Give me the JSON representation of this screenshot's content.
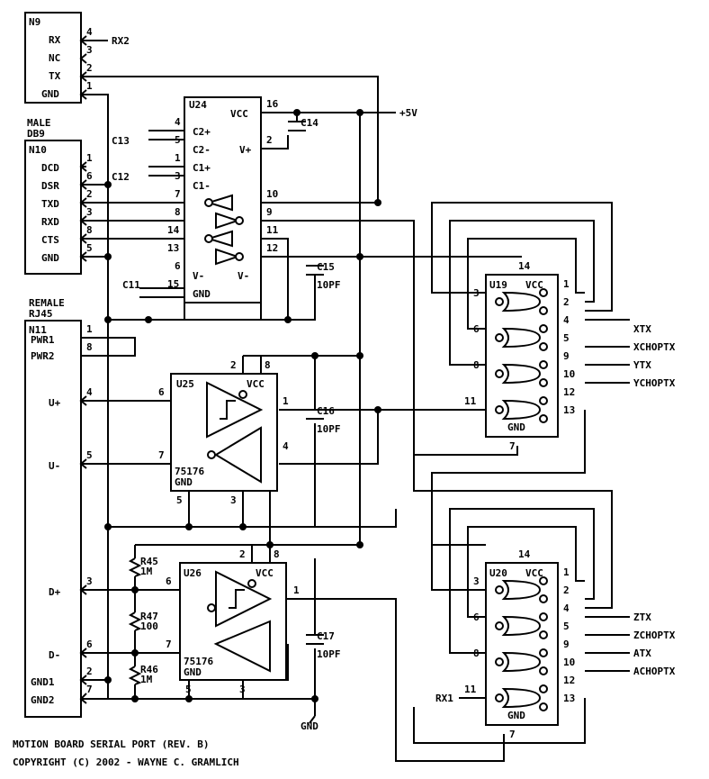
{
  "connectors": {
    "n9": {
      "name": "N9",
      "pins": [
        "RX",
        "NC",
        "TX",
        "GND"
      ]
    },
    "n10": {
      "title1": "MALE",
      "title2": "DB9",
      "name": "N10",
      "pins": [
        "DCD",
        "DSR",
        "TXD",
        "RXD",
        "CTS",
        "GND"
      ]
    },
    "n11": {
      "title1": "REMALE",
      "title2": "RJ45",
      "name": "N11",
      "pins": [
        "PWR1",
        "PWR2",
        "U+",
        "U-",
        "D+",
        "D-",
        "GND1",
        "GND2"
      ]
    }
  },
  "chips": {
    "u24": {
      "name": "U24",
      "vcc": "VCC",
      "vplus": "V+",
      "c2p": "C2+",
      "c2m": "C2-",
      "c1p": "C1+",
      "c1m": "C1-",
      "vminus": "V-",
      "gnd": "GND"
    },
    "u25": {
      "name": "U25",
      "vcc": "VCC",
      "part": "75176",
      "gnd": "GND"
    },
    "u26": {
      "name": "U26",
      "vcc": "VCC",
      "part": "75176",
      "gnd": "GND"
    },
    "u19": {
      "name": "U19",
      "vcc": "VCC",
      "gnd": "GND"
    },
    "u20": {
      "name": "U20",
      "vcc": "VCC",
      "gnd": "GND"
    }
  },
  "nets": {
    "rx2": "RX2",
    "plus5v": "+5V",
    "xtx": "XTX",
    "xchoptx": "XCHOPTX",
    "ytx": "YTX",
    "ychoptx": "YCHOPTX",
    "ztx": "ZTX",
    "zchoptx": "ZCHOPTX",
    "atx": "ATX",
    "achoptx": "ACHOPTX",
    "rx1": "RX1",
    "gnd": "GND"
  },
  "components": {
    "c13": "C13",
    "c12": "C12",
    "c14": "C14",
    "c11": "C11",
    "c15": "C15",
    "c15v": "10PF",
    "c16": "C16",
    "c16v": "10PF",
    "c17": "C17",
    "c17v": "10PF",
    "r45": "R45",
    "r45v": "1M",
    "r47": "R47",
    "r47v": "100",
    "r46": "R46",
    "r46v": "1M"
  },
  "pin_numbers": [
    [
      "4",
      96,
      39
    ],
    [
      "3",
      96,
      59
    ],
    [
      "2",
      96,
      79
    ],
    [
      "1",
      96,
      99
    ],
    [
      "1",
      96,
      179
    ],
    [
      "6",
      96,
      199
    ],
    [
      "2",
      96,
      219
    ],
    [
      "3",
      96,
      239
    ],
    [
      "8",
      96,
      259
    ],
    [
      "5",
      96,
      279
    ],
    [
      "1",
      96,
      369
    ],
    [
      "8",
      96,
      389
    ],
    [
      "4",
      96,
      439
    ],
    [
      "5",
      96,
      509
    ],
    [
      "3",
      96,
      649
    ],
    [
      "6",
      96,
      719
    ],
    [
      "2",
      96,
      749
    ],
    [
      "7",
      96,
      769
    ],
    [
      "4",
      194,
      139
    ],
    [
      "5",
      194,
      159
    ],
    [
      "1",
      194,
      179
    ],
    [
      "3",
      194,
      199
    ],
    [
      "7",
      194,
      219
    ],
    [
      "8",
      194,
      239
    ],
    [
      "14",
      186,
      259
    ],
    [
      "13",
      186,
      279
    ],
    [
      "6",
      194,
      299
    ],
    [
      "15",
      186,
      319
    ],
    [
      "16",
      296,
      119
    ],
    [
      "2",
      296,
      159
    ],
    [
      "10",
      296,
      219
    ],
    [
      "9",
      296,
      239
    ],
    [
      "11",
      296,
      259
    ],
    [
      "12",
      296,
      279
    ],
    [
      "2",
      256,
      409
    ],
    [
      "8",
      294,
      409
    ],
    [
      "6",
      176,
      439
    ],
    [
      "1",
      314,
      449
    ],
    [
      "7",
      176,
      509
    ],
    [
      "4",
      314,
      499
    ],
    [
      "5",
      196,
      559
    ],
    [
      "3",
      256,
      559
    ],
    [
      "2",
      266,
      619
    ],
    [
      "8",
      304,
      619
    ],
    [
      "6",
      184,
      649
    ],
    [
      "1",
      326,
      659
    ],
    [
      "7",
      184,
      719
    ],
    [
      "5",
      206,
      769
    ],
    [
      "3",
      266,
      769
    ],
    [
      "14",
      576,
      299
    ],
    [
      "3",
      526,
      329
    ],
    [
      "1",
      626,
      319
    ],
    [
      "2",
      626,
      339
    ],
    [
      "4",
      626,
      359
    ],
    [
      "6",
      526,
      369
    ],
    [
      "5",
      626,
      379
    ],
    [
      "9",
      626,
      399
    ],
    [
      "8",
      526,
      409
    ],
    [
      "10",
      626,
      419
    ],
    [
      "12",
      626,
      439
    ],
    [
      "11",
      516,
      449
    ],
    [
      "13",
      626,
      459
    ],
    [
      "7",
      566,
      499
    ],
    [
      "14",
      576,
      619
    ],
    [
      "3",
      526,
      649
    ],
    [
      "1",
      626,
      639
    ],
    [
      "2",
      626,
      659
    ],
    [
      "4",
      626,
      679
    ],
    [
      "6",
      526,
      689
    ],
    [
      "5",
      626,
      699
    ],
    [
      "9",
      626,
      719
    ],
    [
      "8",
      526,
      729
    ],
    [
      "10",
      626,
      739
    ],
    [
      "12",
      626,
      759
    ],
    [
      "11",
      516,
      769
    ],
    [
      "13",
      626,
      779
    ],
    [
      "7",
      566,
      819
    ]
  ],
  "footer": {
    "title": "MOTION BOARD SERIAL PORT (REV. B)",
    "copyright": "COPYRIGHT (C) 2002 - WAYNE C. GRAMLICH"
  }
}
